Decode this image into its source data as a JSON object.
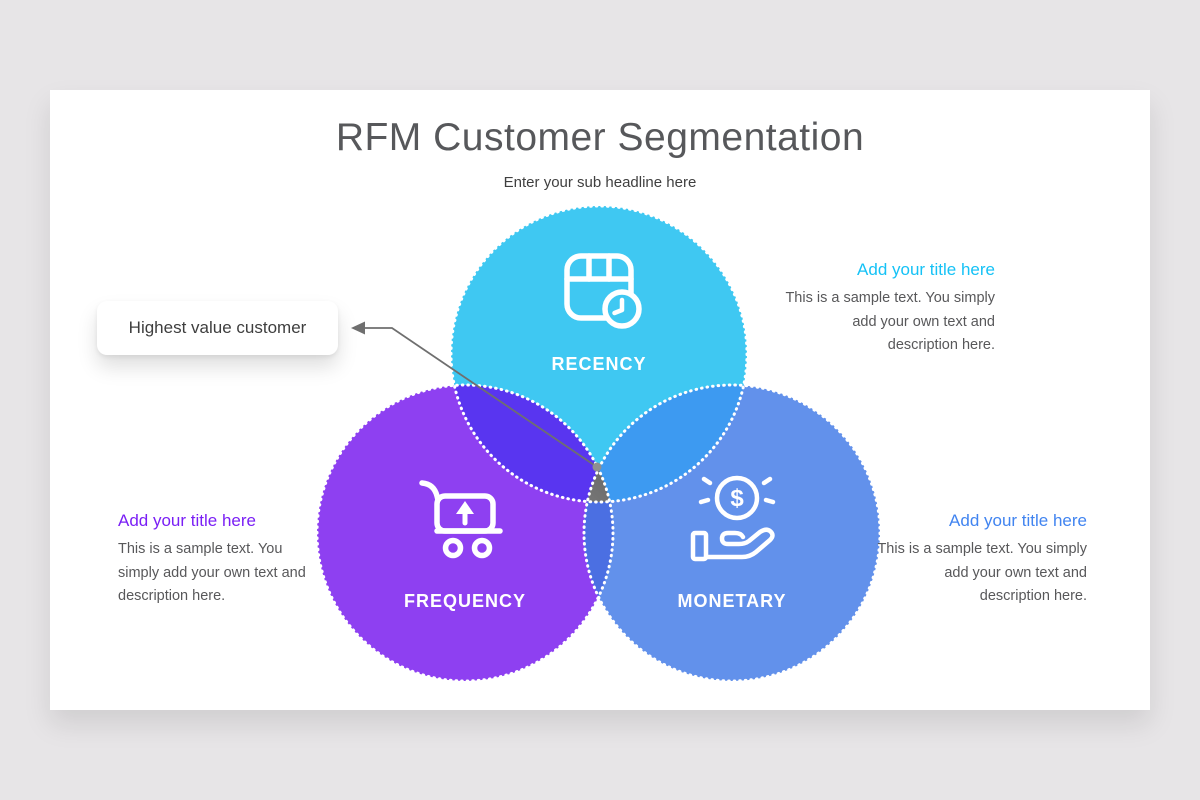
{
  "background_color": "#e7e5e7",
  "slide": {
    "title": "RFM Customer Segmentation",
    "subtitle": "Enter your sub headline here",
    "title_color": "#57585b"
  },
  "callout": {
    "text": "Highest value customer"
  },
  "venn": {
    "coin_symbol": "$",
    "circles": [
      {
        "label": "RECENCY",
        "color": "#3fc8f2",
        "icon": "calendar-clock-icon"
      },
      {
        "label": "FREQUENCY",
        "color": "#8e40f1",
        "icon": "shopping-cart-icon"
      },
      {
        "label": "MONETARY",
        "color": "#6291eb",
        "icon": "coin-hand-icon"
      }
    ],
    "overlaps": {
      "recency_frequency": "#5935f0",
      "recency_monetary": "#3d9af1",
      "frequency_monetary": "#4b6fe2",
      "center_light": "#a0a0a0",
      "center_mid": "#555555",
      "center_dark": "#2b2b2b"
    },
    "connector": {
      "line_color": "#6f6f6f",
      "dot_color": "#8f8f8f"
    }
  },
  "annotations": [
    {
      "position": "top-right",
      "title": "Add your title here",
      "title_color": "#15c2f6",
      "body": "This is a sample text. You simply add your own text and description here."
    },
    {
      "position": "left",
      "title": "Add your title here",
      "title_color": "#7a1ff5",
      "body": "This is a sample text. You simply add your own text and description here."
    },
    {
      "position": "bottom-right",
      "title": "Add your title here",
      "title_color": "#4184f0",
      "body": "This is a sample text. You simply add your own text and description here."
    }
  ]
}
